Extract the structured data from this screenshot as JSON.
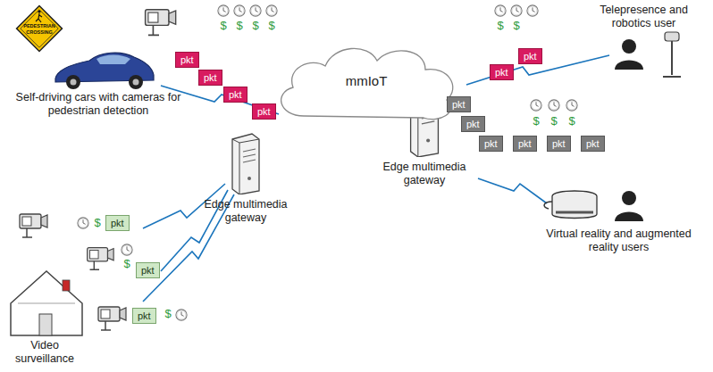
{
  "diagram": {
    "nodes": [
      {
        "text": [
          "mmIoT"
        ]
      },
      {
        "text": [
          "pkt"
        ]
      },
      {
        "text": [
          "pkt"
        ]
      },
      {
        "text": [
          "pkt"
        ]
      },
      {
        "text": [
          "pkt"
        ]
      },
      {
        "text": [
          "pkt"
        ]
      },
      {
        "text": [
          "pkt"
        ]
      },
      {
        "text": [
          "pkt"
        ]
      },
      {
        "text": [
          "pkt"
        ]
      },
      {
        "text": [
          "pkt"
        ]
      },
      {
        "text": [
          "pkt"
        ]
      },
      {
        "text": [
          "pkt"
        ]
      },
      {
        "text": [
          "pkt"
        ]
      },
      {
        "text": [
          "pkt"
        ]
      },
      {
        "text": [
          "pkt"
        ]
      },
      {
        "text": [
          "pkt"
        ]
      }
    ],
    "labels": [
      "PEDESTRIAN CROSSING",
      "Self-driving cars with cameras for pedestrian detection",
      "$",
      "$",
      "$",
      "$",
      "Telepresence and robotics user",
      "$",
      "$",
      "Edge multimedia gateway",
      "Edge multimedia gateway",
      "$",
      "$",
      "$",
      "Virtual reality and augmented reality users",
      "$",
      "$",
      "$",
      "Video surveillance"
    ]
  }
}
